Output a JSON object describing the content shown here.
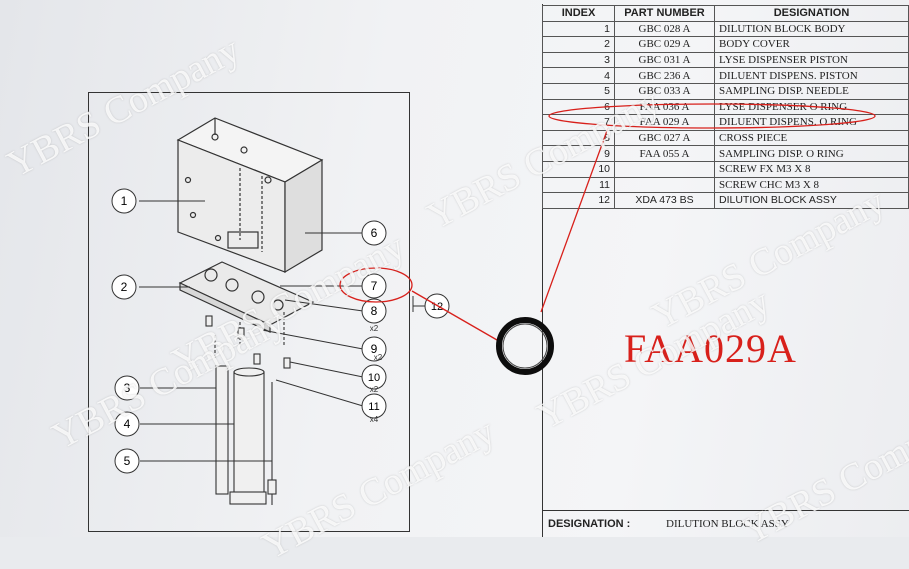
{
  "table": {
    "headers": {
      "index": "INDEX",
      "part_number": "PART NUMBER",
      "designation": "DESIGNATION"
    },
    "rows": [
      {
        "index": "1",
        "part": "GBC 028 A",
        "desc": "DILUTION BLOCK BODY"
      },
      {
        "index": "2",
        "part": "GBC 029 A",
        "desc": "BODY COVER"
      },
      {
        "index": "3",
        "part": "GBC 031 A",
        "desc": "LYSE DISPENSER PISTON"
      },
      {
        "index": "4",
        "part": "GBC 236 A",
        "desc": "DILUENT DISPENS. PISTON"
      },
      {
        "index": "5",
        "part": "GBC 033 A",
        "desc": "SAMPLING DISP. NEEDLE"
      },
      {
        "index": "6",
        "part": "FAA 036 A",
        "desc": "LYSE DISPENSER O RING"
      },
      {
        "index": "7",
        "part": "FAA 029 A",
        "desc": "DILUENT DISPENS. O RING"
      },
      {
        "index": "8",
        "part": "GBC 027 A",
        "desc": "CROSS PIECE"
      },
      {
        "index": "9",
        "part": "FAA 055 A",
        "desc": "SAMPLING DISP. O RING"
      },
      {
        "index": "10",
        "part": "",
        "desc": "SCREW FX M3 X 8"
      },
      {
        "index": "11",
        "part": "",
        "desc": "SCREW CHC M3 X 8"
      },
      {
        "index": "12",
        "part": "XDA 473 BS",
        "desc": "DILUTION BLOCK ASSY"
      }
    ]
  },
  "footer": {
    "label": "DESIGNATION :",
    "value": "DILUTION BLOCK ASSY"
  },
  "callout": {
    "text": "FAA029A"
  },
  "diagram": {
    "balloons": [
      "1",
      "2",
      "3",
      "4",
      "5",
      "6",
      "7",
      "8",
      "9",
      "10",
      "11",
      "12"
    ],
    "quantities": {
      "8": "x2",
      "9": "x2",
      "10": "x2",
      "11": "x4"
    }
  },
  "watermark": {
    "text": "YBRS Company"
  },
  "colors": {
    "highlight": "#d8201b",
    "ink": "#333333"
  }
}
